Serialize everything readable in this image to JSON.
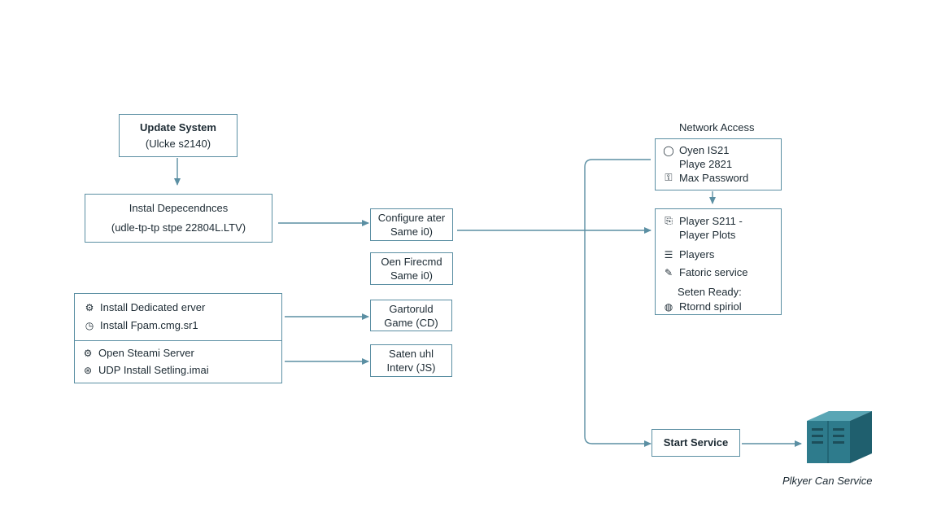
{
  "update_system": {
    "title": "Update System",
    "subtitle": "(Ulcke s2140)"
  },
  "install_dependencies": {
    "title": "Instal Depecendnces",
    "subtitle": "(udle-tp-tp stpe 22804L.LTV)"
  },
  "install_group": {
    "items": [
      {
        "icon": "gear-icon",
        "glyph": "⚙",
        "label": "Install Dedicated erver"
      },
      {
        "icon": "clock-icon",
        "glyph": "◷",
        "label": "Install Fpam.cmg.sr1"
      },
      {
        "icon": "steam-icon",
        "glyph": "⚙",
        "label": "Open Steami Server"
      },
      {
        "icon": "settings-icon",
        "glyph": "⊛",
        "label": "UDP Install Setling.imai"
      }
    ]
  },
  "mid_boxes": [
    {
      "line1": "Configure ater",
      "line2": "Same i0)"
    },
    {
      "line1": "Oen Firecmd",
      "line2": "Same i0)"
    },
    {
      "line1": "Gartoruld",
      "line2": "Game (CD)"
    },
    {
      "line1": "Saten uhl",
      "line2": "Interv (JS)"
    }
  ],
  "network_access": {
    "heading": "Network Access",
    "items": [
      {
        "icon": "lock-icon",
        "glyph": "◯",
        "label": "Oyen IS21"
      },
      {
        "icon": "none",
        "glyph": "",
        "label": "Playe 2821"
      },
      {
        "icon": "key-icon",
        "glyph": "⚿",
        "label": "Max Password"
      }
    ]
  },
  "player_box": {
    "items": [
      {
        "icon": "document-icon",
        "glyph": "⎘",
        "label": "Player S211 -"
      },
      {
        "icon": "none",
        "glyph": "",
        "label": "Player Plots"
      },
      {
        "icon": "list-icon",
        "glyph": "☰",
        "label": "Players"
      },
      {
        "icon": "edit-icon",
        "glyph": "✎",
        "label": "Fatoric service"
      },
      {
        "icon": "none",
        "glyph": "",
        "label": "Seten Ready:"
      },
      {
        "icon": "globe-icon",
        "glyph": "◍",
        "label": "Rtornd spiriol"
      }
    ]
  },
  "start_service": {
    "label": "Start Service"
  },
  "server_caption": "Plkyer Can Service",
  "colors": {
    "line": "#5b8fa3",
    "server": "#2e7b8c"
  }
}
